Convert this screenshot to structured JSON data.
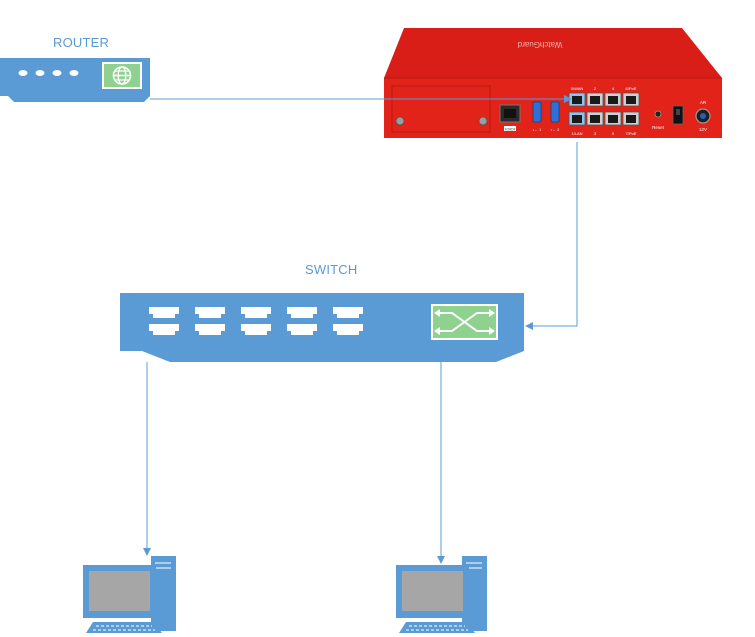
{
  "router": {
    "label": "ROUTER",
    "icon": "globe-icon"
  },
  "switch": {
    "label": "SWITCH",
    "icon": "switch-arrows-icon"
  },
  "firewall": {
    "brand": "WatchGuard",
    "port_labels": [
      "0/WAN",
      "2",
      "4",
      "6/PoE",
      "1/LAN",
      "3",
      "5",
      "7/PoE"
    ],
    "console_label": "IOIOI",
    "usb_labels": [
      "•← 1",
      "•← 2"
    ],
    "reset_label": "Reset",
    "power_label": "12V",
    "power_top_label": "AR"
  },
  "workstations": [
    {
      "icon": "computer-icon"
    },
    {
      "icon": "computer-icon"
    }
  ],
  "colors": {
    "device_blue": "#5b9bd5",
    "line_blue": "#5b9bd5",
    "firewall_red": "#e2231a",
    "screen_gray": "#a6a6a6",
    "icon_green": "#8fd18f"
  }
}
